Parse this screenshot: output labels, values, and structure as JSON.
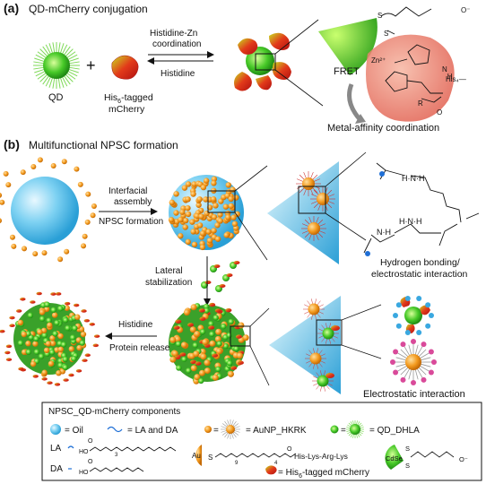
{
  "panel_a": {
    "letter": "(a)",
    "title": "QD-mCherry conjugation",
    "qd_label": "QD",
    "plus": "+",
    "mcherry_label_line1": "His",
    "mcherry_sub": "6",
    "mcherry_label_rest": "-tagged",
    "mcherry_label_line2": "mCherry",
    "arrow_forward_line1": "Histidine-Zn",
    "arrow_forward_line2": "coordination",
    "arrow_back": "Histidine",
    "fret": "FRET",
    "zn": "Zn²⁺",
    "his4": "His₄—",
    "nh": "N",
    "h": "H",
    "r": "R",
    "o": "O",
    "s": "S",
    "o_minus": "O⁻",
    "metal_affinity": "Metal-affinity coordination"
  },
  "panel_b": {
    "letter": "(b)",
    "title": "Multifunctional NPSC formation",
    "arrow1_line1": "Interfacial",
    "arrow1_line2": "assembly",
    "arrow1_line3": "NPSC formation",
    "arrow2_line1": "Lateral",
    "arrow2_line2": "stabilization",
    "arrow3_top": "Histidine",
    "arrow3_bottom": "Protein release",
    "hbond_line1": "Hydrogen bonding/",
    "hbond_line2": "electrostatic  interaction",
    "electrostatic": "Electrostatic interaction"
  },
  "legend": {
    "title": "NPSC_QD-mCherry components",
    "oil": "= Oil",
    "la_da": "= LA and DA",
    "aunp": "= AuNP_HKRK",
    "qd_dhla": "= QD_DHLA",
    "la": "LA",
    "da": "DA",
    "ho": "HO",
    "o": "O",
    "sub3": "3",
    "sub9": "9",
    "sub4": "4",
    "sub6": "6",
    "au": "Au",
    "cdse": "CdSe",
    "peptide": "His-Lys-Arg-Lys",
    "s": "S",
    "o_minus": "O⁻",
    "his6_prefix": "= His",
    "his6_suffix": "-tagged mCherry"
  }
}
